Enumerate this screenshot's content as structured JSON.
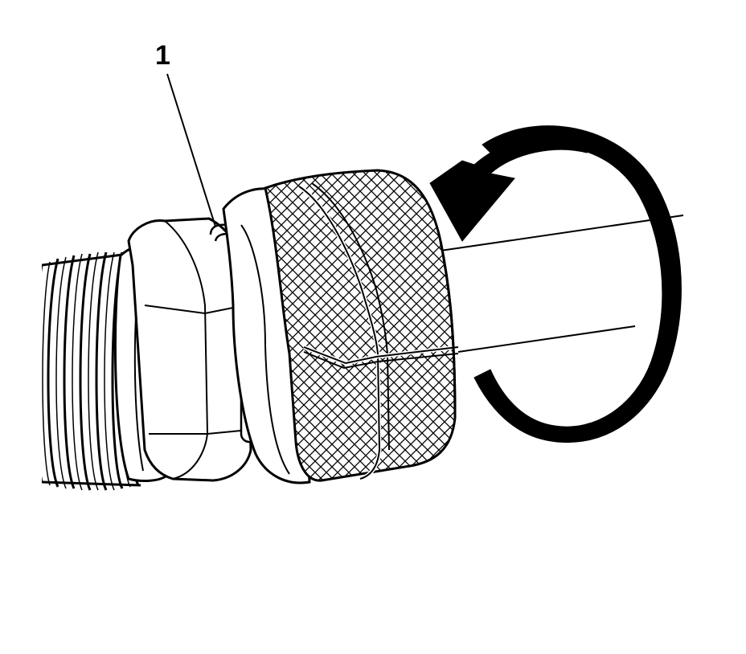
{
  "diagram": {
    "callouts": [
      {
        "label": "1",
        "target": "retaining-clip"
      }
    ],
    "components": [
      "corrugated-hose",
      "hex-nut",
      "retaining-clip",
      "knurled-coupling-collar",
      "shaft",
      "rotation-arrow"
    ],
    "rotation_direction": "counterclockwise",
    "colors": {
      "ink": "#000000",
      "paper": "#ffffff"
    }
  }
}
